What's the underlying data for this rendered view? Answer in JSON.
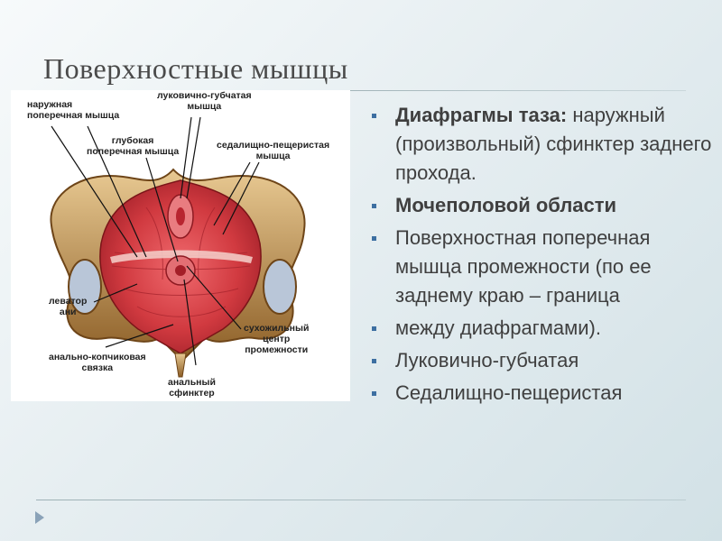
{
  "title": "Поверхностные мышцы",
  "figure_labels": {
    "l1a": "наружная",
    "l1b": "поперечная мышца",
    "l2a": "луковично-губчатая",
    "l2b": "мышца",
    "l3a": "глубокая",
    "l3b": "поперечная мышца",
    "l4a": "седалищно-пещеристая",
    "l4b": "мышца",
    "l5a": "леватор",
    "l5b": "ани",
    "l6a": "сухожильный",
    "l6b": "центр",
    "l6c": "промежности",
    "l7a": "анально-копчиковая",
    "l7b": "связка",
    "l8a": "анальный",
    "l8b": "сфинктер"
  },
  "bullets": [
    "Диафрагмы таза: наружный (произвольный) сфинктер заднего прохода.",
    "Мочеполовой области",
    "Поверхностная поперечная мышца промежности (по ее заднему краю – граница",
    "между диафрагмами).",
    "Луковично-губчатая",
    "Седалищно-пещеристая"
  ],
  "bullet_bold_prefix": "Диафрагмы таза:",
  "colors": {
    "accent": "#3d6fa1",
    "text": "#3f3f3f",
    "muscle": "#c8323a",
    "bone": "#c69a56"
  }
}
